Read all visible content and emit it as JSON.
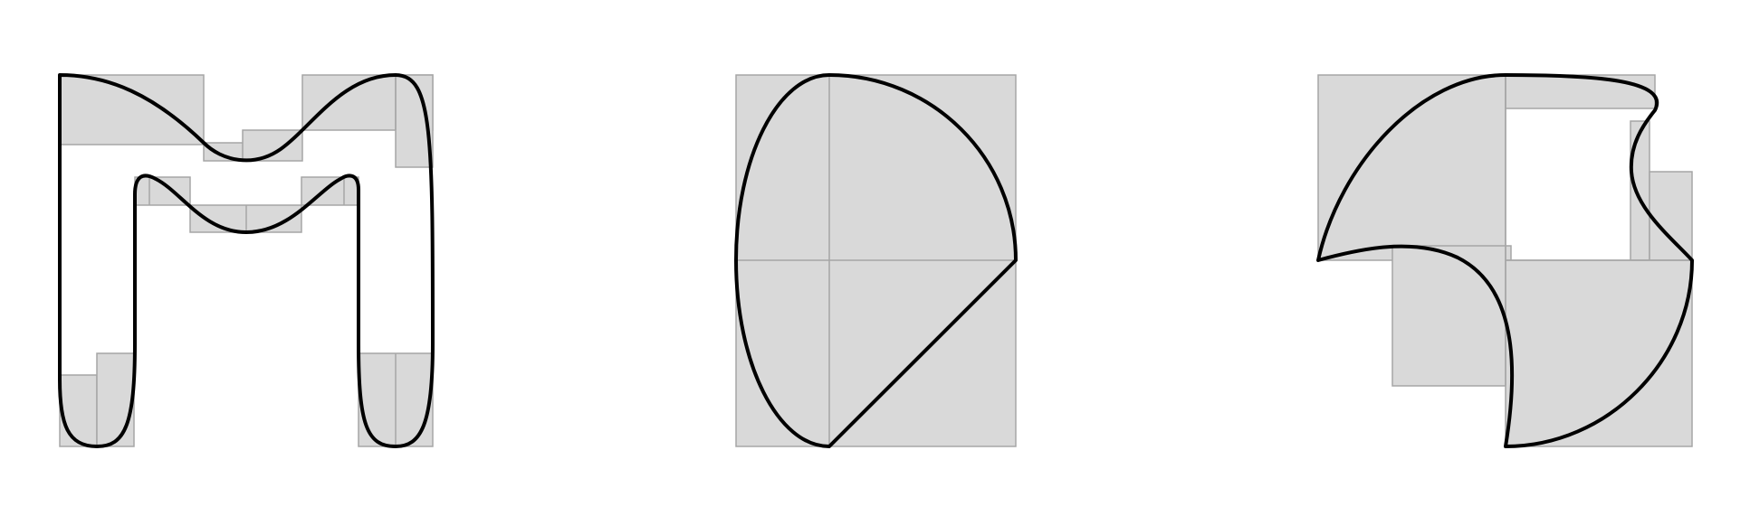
{
  "figure": {
    "background": "#ffffff",
    "box_fill": "#d9d9d9",
    "box_stroke": "#a6a6a6",
    "curve_color": "#000000",
    "panels": [
      {
        "id": "left",
        "shape": "M-shaped closed curve drawn over grey control boxes"
      },
      {
        "id": "middle",
        "shape": "half-ellipse plus quarter-circle and diagonal over a 2x2 grey grid"
      },
      {
        "id": "right",
        "shape": "pinwheel-like curve of concave arcs over overlapping grey boxes"
      }
    ]
  }
}
